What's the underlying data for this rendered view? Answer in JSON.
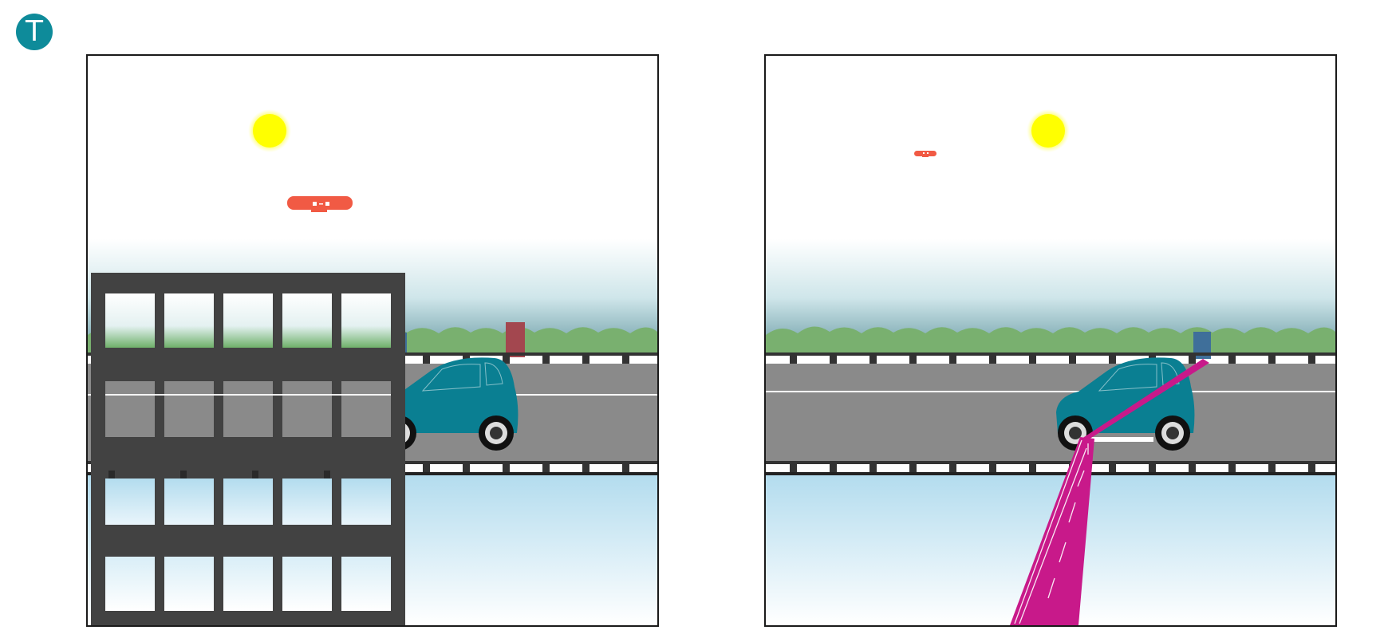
{
  "logo": {
    "letter": "T",
    "color": "#0e8b9a"
  },
  "colors": {
    "sun": "#ffff00",
    "car": "#0a7f92",
    "ufo": "#f15a44",
    "road": "#8a8a8a",
    "water_top": "#b3dcee",
    "building": "#424242",
    "beam": "#c8198a"
  },
  "panels": [
    {
      "id": "left",
      "elements": [
        "sun-icon",
        "ufo-icon",
        "guardrail",
        "road",
        "car-icon",
        "building",
        "water"
      ]
    },
    {
      "id": "right",
      "elements": [
        "sun-icon",
        "ufo-icon",
        "guardrail",
        "road",
        "car-icon",
        "tractor-beam",
        "water"
      ]
    }
  ]
}
